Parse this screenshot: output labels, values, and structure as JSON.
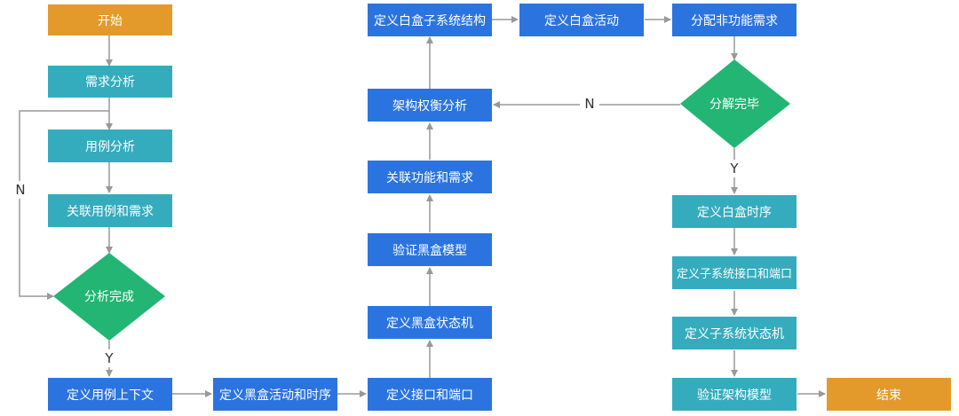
{
  "nodes": {
    "start": "开始",
    "req_analysis": "需求分析",
    "usecase_analysis": "用例分析",
    "link_usecase_req": "关联用例和需求",
    "decision_analysis_done": "分析完成",
    "define_usecase_context": "定义用例上下文",
    "define_blackbox_activity_timing": "定义黑盒活动和时序",
    "define_interface_port": "定义接口和端口",
    "define_blackbox_statemachine": "定义黑盒状态机",
    "verify_blackbox_model": "验证黑盒模型",
    "link_function_req": "关联功能和需求",
    "arch_tradeoff": "架构权衡分析",
    "define_whitebox_subsystem": "定义白盒子系统结构",
    "define_whitebox_activity": "定义白盒活动",
    "allocate_nonfunctional_req": "分配非功能需求",
    "decision_decompose_done": "分解完毕",
    "define_whitebox_timing": "定义白盒时序",
    "define_subsystem_interface_port": "定义子系统接口和端口",
    "define_subsystem_statemachine": "定义子系统状态机",
    "verify_arch_model": "验证架构模型",
    "end": "结束"
  },
  "edge_labels": {
    "loop_no_left": "N",
    "analysis_yes": "Y",
    "decompose_no": "N",
    "decompose_yes": "Y"
  },
  "colors": {
    "terminal": "#E49A2A",
    "analysis": "#34ACBE",
    "design": "#2B74E0",
    "decision": "#22B573",
    "connector": "#999999"
  }
}
